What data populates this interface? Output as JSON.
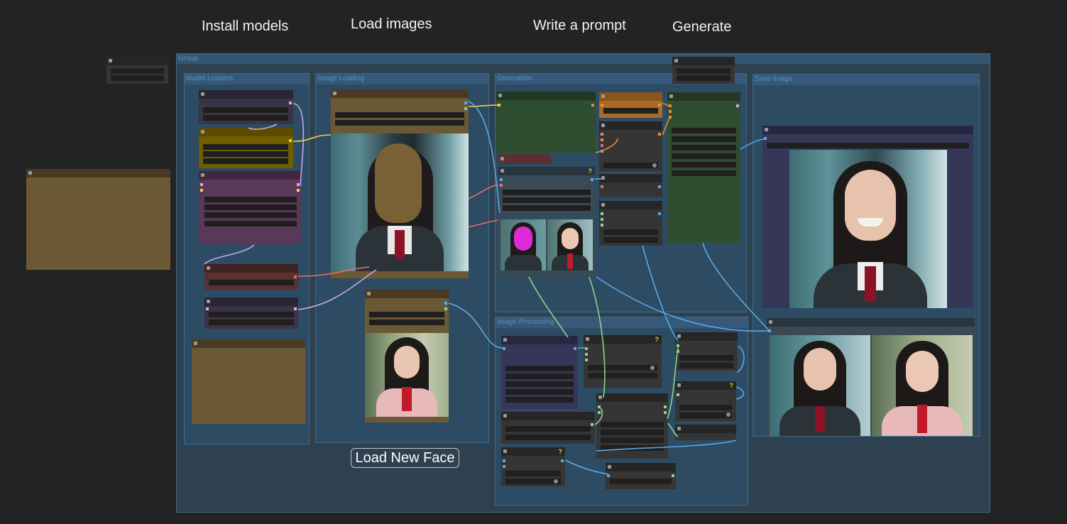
{
  "steps": {
    "install_models": "Install models",
    "load_images": "Load images",
    "write_prompt": "Write a prompt",
    "generate": "Generate"
  },
  "group": {
    "label": "Group"
  },
  "subgroups": {
    "model_loaders": "Model Loaders",
    "image_loading": "Image Loading",
    "generation": "Generation",
    "image_processing": "Image Processing",
    "save_image": "Save Image"
  },
  "load_new_face_button": "Load New Face",
  "colors": {
    "canvas": "#232323",
    "group": "#2d4151",
    "subgroup": "#2d4b63",
    "node": "#353535",
    "wire_yellow": "#f5d142",
    "wire_blue": "#5aa9e6",
    "wire_red": "#e36d6d",
    "wire_purple": "#c9a7e8",
    "wire_green": "#8fd48a",
    "wire_orange": "#f08a3a"
  }
}
